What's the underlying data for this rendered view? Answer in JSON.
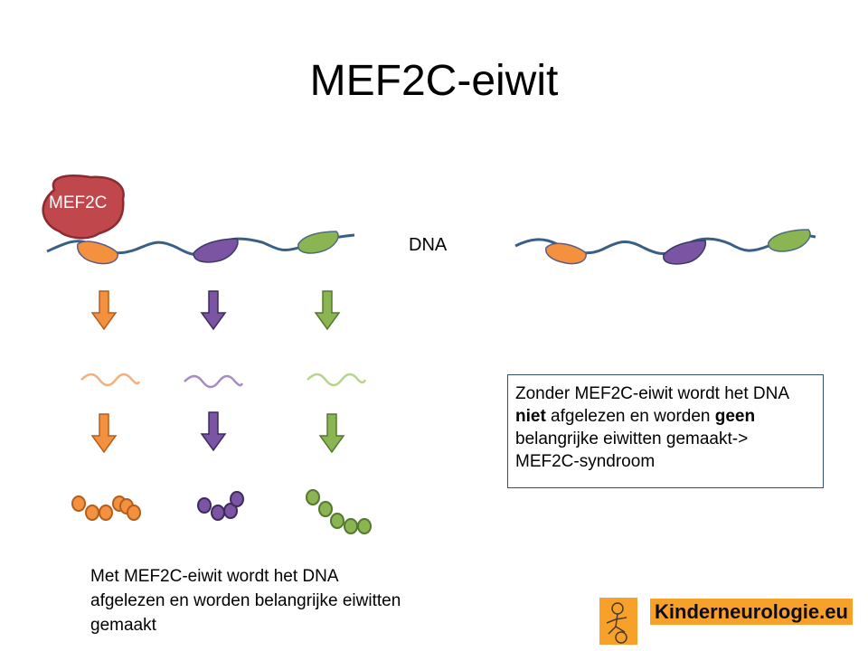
{
  "slide": {
    "title": "MEF2C-eiwit",
    "protein_label": "MEF2C",
    "dna_label": "DNA",
    "caption_with": "Met MEF2C-eiwit wordt het DNA afgelezen en worden belangrijke eiwitten gemaakt",
    "note_without": {
      "part1": "Zonder MEF2C-eiwit wordt het DNA ",
      "bold1": "niet",
      "part2": " afgelezen en worden ",
      "bold2": "geen",
      "part3": " belangrijke eiwitten gemaakt-> MEF2C-syndroom"
    },
    "logo_text": "Kinderneurologie.eu"
  },
  "colors": {
    "orange": "#f4913f",
    "purple": "#7b55a3",
    "green": "#8bb553",
    "dna": "#3a5f86",
    "protein": "#c0474c",
    "logo": "#f7a12b"
  }
}
